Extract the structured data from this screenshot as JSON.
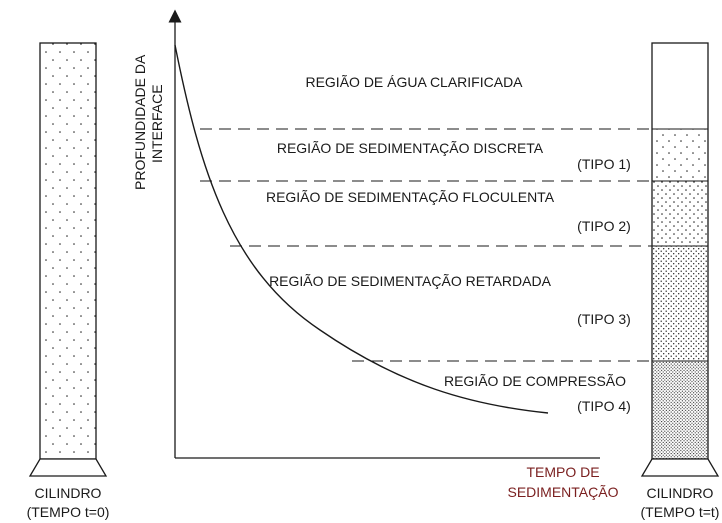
{
  "y_axis_label": [
    "PROFUNDIDADE DA",
    "INTERFACE"
  ],
  "x_axis_label": [
    "TEMPO DE",
    "SEDIMENTAÇÃO"
  ],
  "regions": {
    "clarified": "REGIÃO DE ÁGUA CLARIFICADA",
    "discrete": "REGIÃO DE SEDIMENTAÇÃO DISCRETA",
    "discrete_type": "(TIPO 1)",
    "flocculent": "REGIÃO DE SEDIMENTAÇÃO FLOCULENTA",
    "flocculent_type": "(TIPO 2)",
    "retarded": "REGIÃO DE SEDIMENTAÇÃO RETARDADA",
    "retarded_type": "(TIPO 3)",
    "compression": "REGIÃO DE COMPRESSÃO",
    "compression_type": "(TIPO 4)"
  },
  "cylinder_left": {
    "name": "CILINDRO",
    "time": "(TEMPO t=0)"
  },
  "cylinder_right": {
    "name": "CILINDRO",
    "time": "(TEMPO t=t)"
  },
  "colors": {
    "x_axis_label": "#7a1f1f",
    "ink": "#1a1a1a"
  }
}
